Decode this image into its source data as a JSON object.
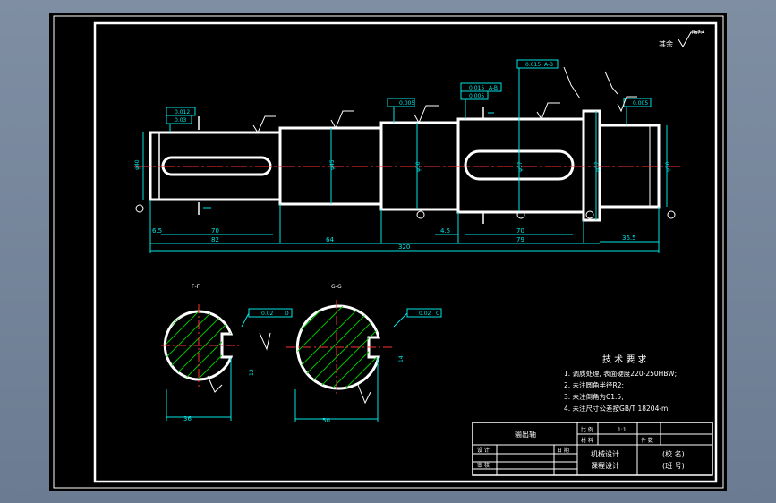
{
  "drawing": {
    "roughness_note": "其余",
    "roughness_symbol": "Ra7.4",
    "section_labels": [
      "F-F",
      "G-G"
    ],
    "dims": {
      "overall": "320",
      "segments_top": [
        "70",
        "64",
        "4.5",
        "70",
        "36.5"
      ],
      "segments_mid": [
        "6.5",
        "82",
        "79"
      ],
      "diameters": [
        "φ40",
        "φ45",
        "φ50",
        "φ57",
        "φ50"
      ],
      "section_f_width": "36",
      "section_g_width": "50",
      "section_f_keyway": "12",
      "section_g_keyway": "14"
    },
    "tolerances": {
      "t1": "0.012",
      "t2": "0.03",
      "t3": "0.005",
      "t4": "0.015",
      "t4_ref": "A-B",
      "t5": "0.015",
      "t5_ref": "A-B",
      "t6": "0.005",
      "sec_f": "0.02",
      "sec_f_ref": "D",
      "sec_g": "0.02",
      "sec_g_ref": "C"
    }
  },
  "tech": {
    "title": "技 术 要 求",
    "lines": [
      "1. 调质处理, 表面硬度220-250HBW;",
      "2. 未注圆角半径R2;",
      "3. 未注倒角为C1.5;",
      "4. 未注尺寸公差按GB/T 18204-m."
    ]
  },
  "title_block": {
    "part_name": "输出轴",
    "scale_label": "比 例",
    "scale_value": "1:1",
    "material_label": "材 料",
    "qty_label": "件 数",
    "drawn_label": "设 计",
    "checked_label": "审 核",
    "date_label": "日 期",
    "course_line1": "机械设计",
    "course_line2": "课程设计",
    "school_line1": "(校 名)",
    "school_line2": "(班 号)"
  }
}
